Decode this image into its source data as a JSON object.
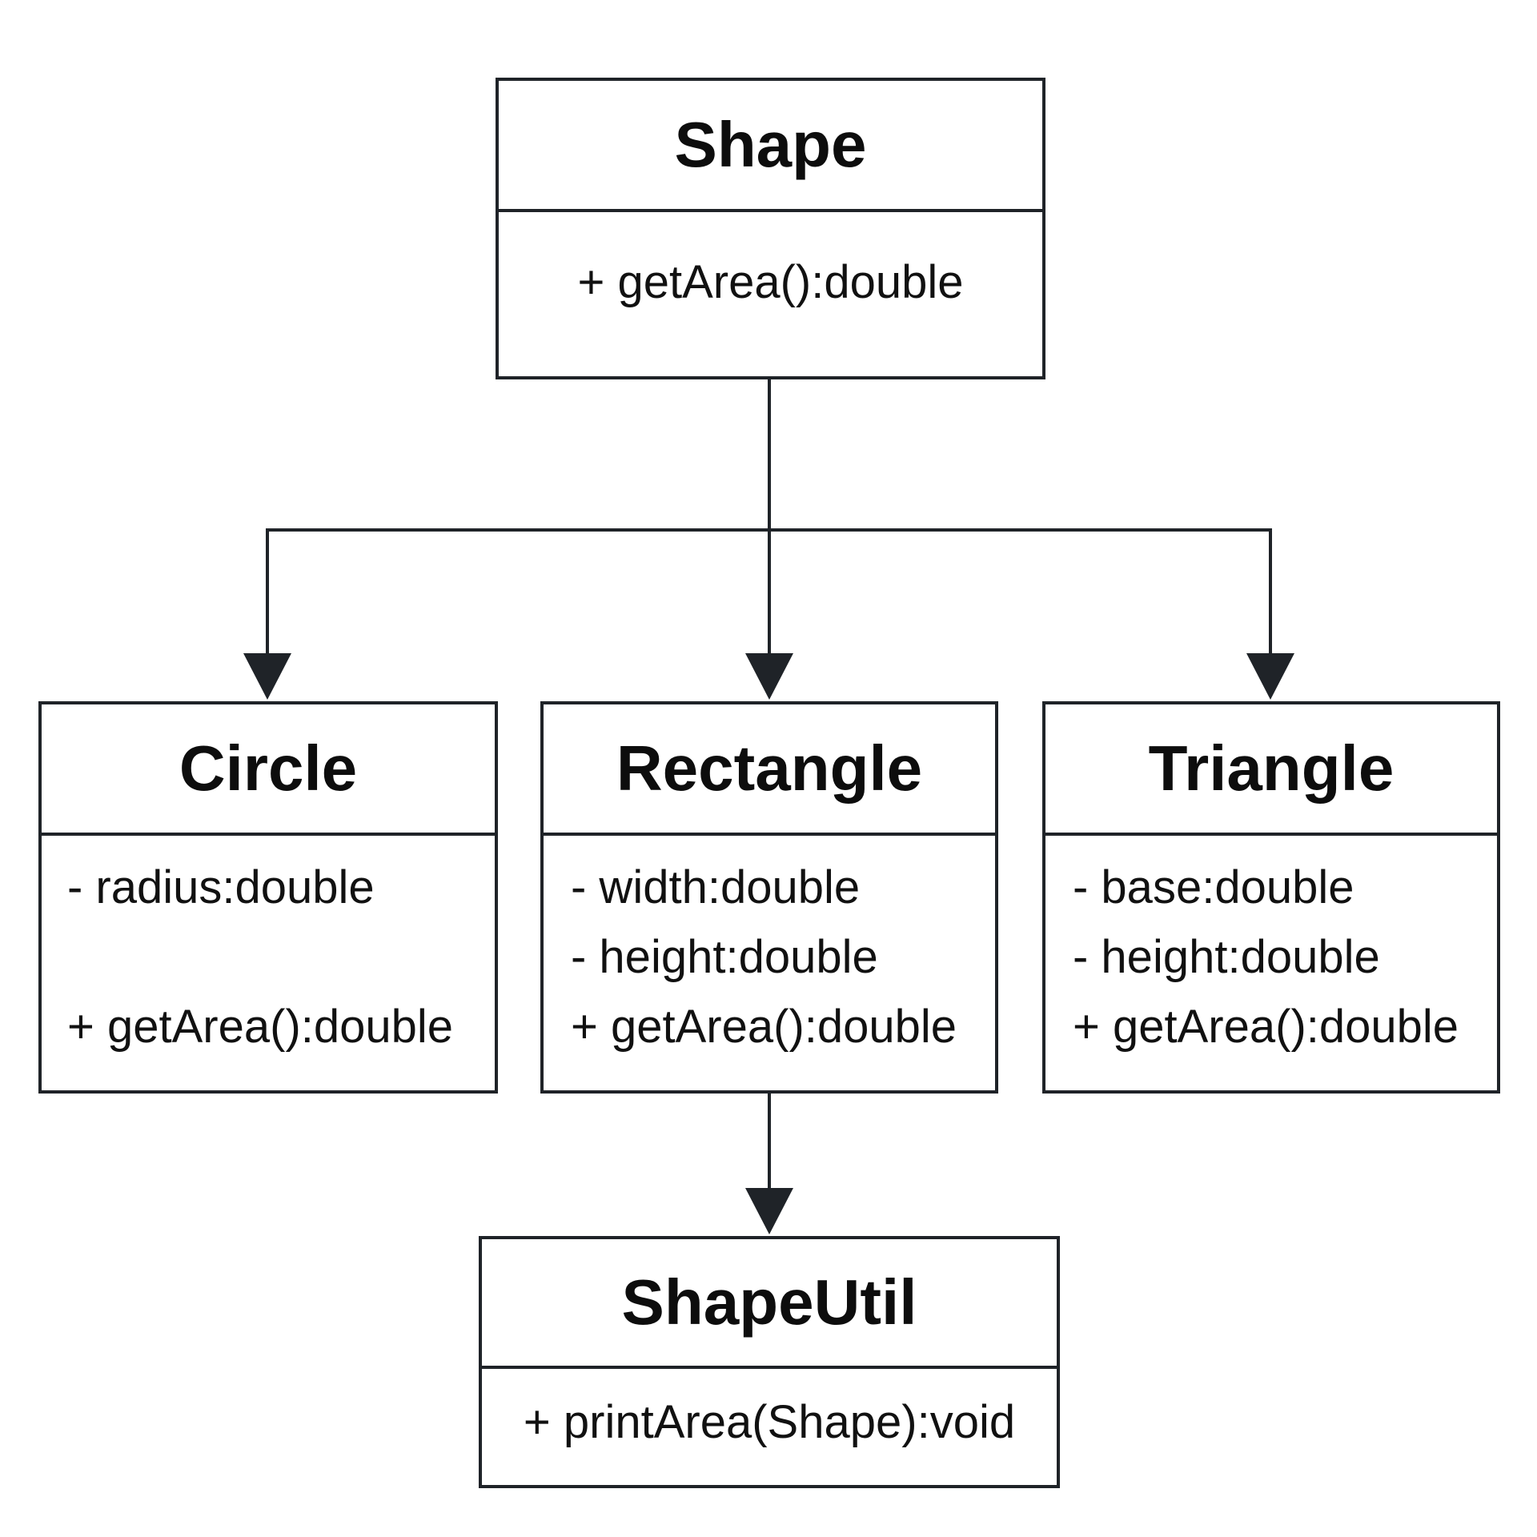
{
  "diagram": {
    "classes": {
      "shape": {
        "name": "Shape",
        "members": [
          "+ getArea():double"
        ]
      },
      "circle": {
        "name": "Circle",
        "members": [
          "- radius:double",
          "",
          "+ getArea():double"
        ]
      },
      "rectangle": {
        "name": "Rectangle",
        "members": [
          "- width:double",
          "- height:double",
          "+ getArea():double"
        ]
      },
      "triangle": {
        "name": "Triangle",
        "members": [
          "- base:double",
          "- height:double",
          "+ getArea():double"
        ]
      },
      "shapeutil": {
        "name": "ShapeUtil",
        "members": [
          "+ printArea(Shape):void"
        ]
      }
    },
    "relationships": [
      {
        "from": "Shape",
        "to": "Circle",
        "arrow": "filled-triangle"
      },
      {
        "from": "Shape",
        "to": "Rectangle",
        "arrow": "filled-triangle"
      },
      {
        "from": "Shape",
        "to": "Triangle",
        "arrow": "filled-triangle"
      },
      {
        "from": "Rectangle",
        "to": "ShapeUtil",
        "arrow": "filled-triangle"
      }
    ],
    "colors": {
      "line": "#1f2328",
      "text": "#111111",
      "background": "#ffffff"
    }
  }
}
